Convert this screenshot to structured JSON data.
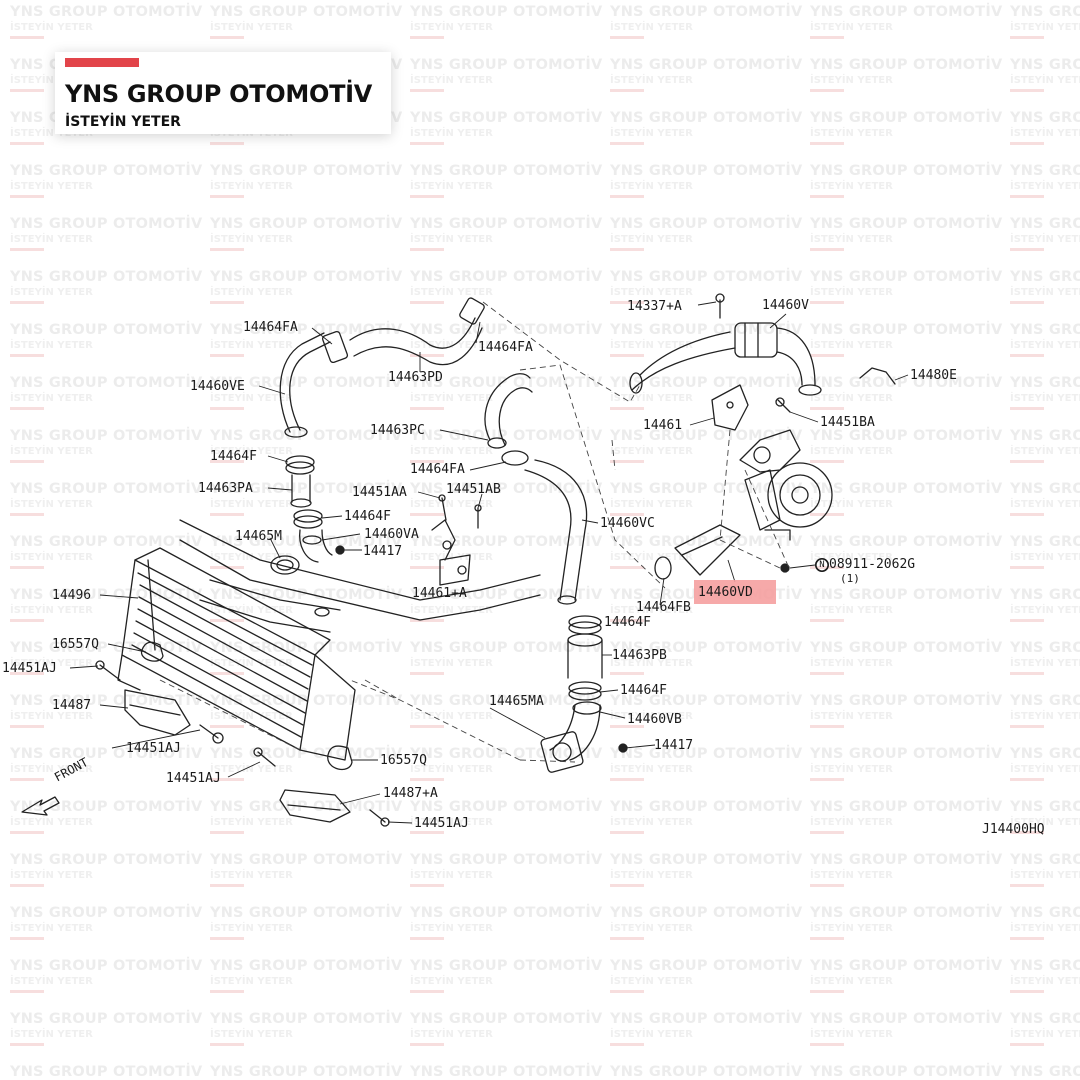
{
  "watermark": {
    "line1": "YNS GROUP OTOMOTİV",
    "line2": "İSTEYİN YETER"
  },
  "logo": {
    "title": "YNS GROUP OTOMOTİV",
    "subtitle": "İSTEYİN YETER",
    "accent_color": "#e2444a"
  },
  "highlight_color": "#f5a0a0",
  "labels": {
    "p14464FA_a": "14464FA",
    "p14464FA_b": "14464FA",
    "p14464FA_c": "14464FA",
    "p14463PD": "14463PD",
    "p14460VE": "14460VE",
    "p14463PC": "14463PC",
    "p14464F_a": "14464F",
    "p14463PA": "14463PA",
    "p14464F_b": "14464F",
    "p14451AA": "14451AA",
    "p14451AB": "14451AB",
    "p14465M": "14465M",
    "p14460VA": "14460VA",
    "p14417_a": "14417",
    "p14460VC": "14460VC",
    "p14461A": "14461+A",
    "p14496": "14496",
    "p16557Q_a": "16557Q",
    "p14451AJ_a": "14451AJ",
    "p14487": "14487",
    "p14451AJ_b": "14451AJ",
    "p14451AJ_c": "14451AJ",
    "p14451AJ_d": "14451AJ",
    "p16557Q_b": "16557Q",
    "p14487A": "14487+A",
    "p14465MA": "14465MA",
    "p14460VB": "14460VB",
    "p14417_b": "14417",
    "p14464F_c": "14464F",
    "p14463PB": "14463PB",
    "p14464F_d": "14464F",
    "p14464FB": "14464FB",
    "p14460VD": "14460VD",
    "p08911": "08911-2062G",
    "p08911_qty": "(1)",
    "p14337A": "14337+A",
    "p14460V": "14460V",
    "p14480E": "14480E",
    "p14461": "14461",
    "p14451BA": "14451BA",
    "front": "FRONT",
    "code": "J14400HQ"
  }
}
